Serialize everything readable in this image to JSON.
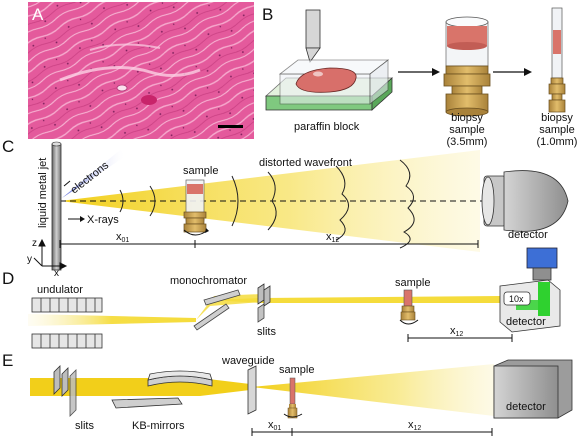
{
  "panels": {
    "a": "A",
    "b": "B",
    "c": "C",
    "d": "D",
    "e": "E"
  },
  "panel_b": {
    "paraffin_block": "paraffin block",
    "biopsy_35": [
      "biopsy",
      "sample",
      "(3.5mm)"
    ],
    "biopsy_10": [
      "biopsy",
      "sample",
      "(1.0mm)"
    ]
  },
  "panel_c": {
    "source": "liquid metal jet",
    "electrons": "electrons",
    "xrays": "X-rays",
    "sample": "sample",
    "wavefront": "distorted wavefront",
    "x01": "x",
    "x01_sub": "01",
    "x12": "x",
    "x12_sub": "12",
    "detector": "detector",
    "axis_z": "z",
    "axis_y": "y",
    "axis_x": "x"
  },
  "panel_d": {
    "undulator": "undulator",
    "monochromator": "monochromator",
    "slits": "slits",
    "sample": "sample",
    "x12": "x",
    "x12_sub": "12",
    "magnification": "10x",
    "detector": "detector"
  },
  "panel_e": {
    "waveguide": "waveguide",
    "sample": "sample",
    "slits": "slits",
    "kb_mirrors": "KB-mirrors",
    "x01": "x",
    "x01_sub": "01",
    "x12": "x",
    "x12_sub": "12",
    "detector": "detector"
  },
  "colors": {
    "histology": "#e8559a",
    "beam": "#f5dc3c",
    "beam_core": "#f2cf1a",
    "sample_gold": "#c9a253",
    "sample_pink": "#d9746a",
    "detector_gray": "#b9b9b9",
    "detector_blue": "#3d6fd6",
    "green": "#2fd12f"
  }
}
